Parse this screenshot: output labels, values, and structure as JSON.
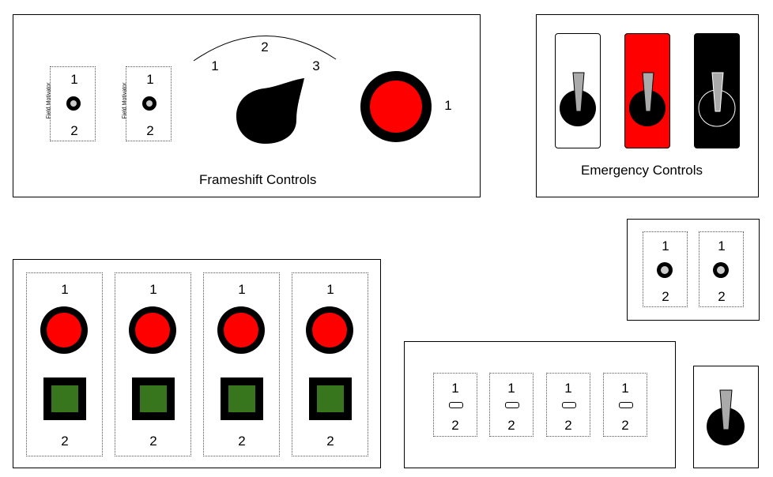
{
  "frameshift": {
    "title": "Frameshift Controls",
    "motivators": [
      {
        "label": "Field Motivator",
        "top": "1",
        "bottom": "2"
      },
      {
        "label": "Field Motivator",
        "top": "1",
        "bottom": "2"
      }
    ],
    "dial": {
      "n1": "1",
      "n2": "2",
      "n3": "3"
    },
    "big_button": {
      "label": "1",
      "color": "#ff0000"
    }
  },
  "emergency": {
    "title": "Emergency Controls",
    "switch_colors": [
      "#ffffff",
      "#ff0000",
      "#000000"
    ]
  },
  "button_bank": {
    "slots": [
      {
        "top": "1",
        "bottom": "2"
      },
      {
        "top": "1",
        "bottom": "2"
      },
      {
        "top": "1",
        "bottom": "2"
      },
      {
        "top": "1",
        "bottom": "2"
      }
    ],
    "red": "#ff0000",
    "green": "#38761d"
  },
  "small_pair": {
    "slots": [
      {
        "top": "1",
        "bottom": "2"
      },
      {
        "top": "1",
        "bottom": "2"
      }
    ]
  },
  "toggle_bank": {
    "slots": [
      {
        "top": "1",
        "bottom": "2"
      },
      {
        "top": "1",
        "bottom": "2"
      },
      {
        "top": "1",
        "bottom": "2"
      },
      {
        "top": "1",
        "bottom": "2"
      }
    ]
  }
}
